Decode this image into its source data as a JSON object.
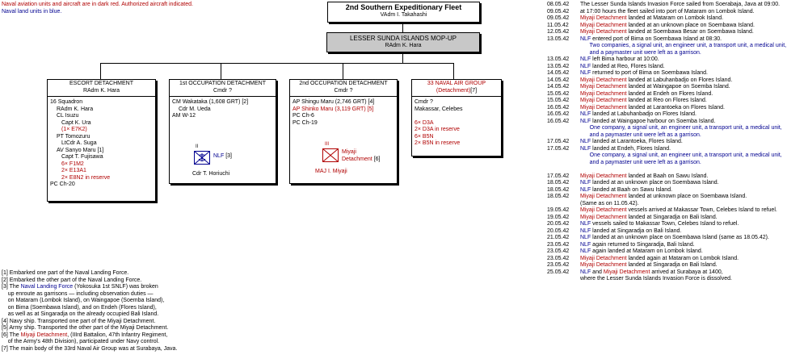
{
  "legend": {
    "red_text": "Naval aviation units and aircraft are in dark red. Authorized aircraft indicated.",
    "blue_text": "Naval land units in blue."
  },
  "fleet": {
    "title": "2nd Southern Expeditionary Fleet",
    "commander": "VAdm I. Takahashi"
  },
  "mopup": {
    "title": "LESSER SUNDA ISLANDS MOP-UP",
    "commander": "RAdm K. Hara"
  },
  "escort": {
    "title": "ESCORT DETACHMENT",
    "commander": "RAdm K. Hara",
    "lines": [
      {
        "t": "16 Squadron",
        "c": "",
        "i": 0
      },
      {
        "t": "RAdm K. Hara",
        "c": "",
        "i": 1
      },
      {
        "t": "CL Isuzu",
        "c": "",
        "i": 1
      },
      {
        "t": "Capt K. Ura",
        "c": "",
        "i": 2
      },
      {
        "t": "(1× E7K2)",
        "c": "red",
        "i": 2
      },
      {
        "t": "PT Tomozuru",
        "c": "",
        "i": 1
      },
      {
        "t": "LtCdr A. Suga",
        "c": "",
        "i": 2
      },
      {
        "t": "AV Sanyo Maru [1]",
        "c": "",
        "i": 1
      },
      {
        "t": "Capt T. Fujisawa",
        "c": "",
        "i": 2
      },
      {
        "t": "6× F1M2",
        "c": "red",
        "i": 2
      },
      {
        "t": "2× E13A1",
        "c": "red",
        "i": 2
      },
      {
        "t": "2× E8N2 in reserve",
        "c": "red",
        "i": 2
      },
      {
        "t": "PC Ch-20",
        "c": "",
        "i": 0
      }
    ]
  },
  "occ1": {
    "title": "1st OCCUPATION DETACHMENT",
    "commander": "Cmdr ?",
    "lines": [
      {
        "t": "CM Wakataka (1,608 GRT) [2]",
        "c": "",
        "i": 0
      },
      {
        "t": "Cdr M. Ueda",
        "c": "",
        "i": 1
      },
      {
        "t": "AM W-12",
        "c": "",
        "i": 0
      }
    ],
    "symbol_label": "NLF",
    "symbol_note": "[3]",
    "symbol_size": "II",
    "symbol_commander": "Cdr T. Horiuchi"
  },
  "occ2": {
    "title": "2nd OCCUPATION DETACHMENT",
    "commander": "Cmdr ?",
    "lines": [
      {
        "t": "AP Shingu Maru (2,746 GRT) [4]",
        "c": "",
        "i": 0
      },
      {
        "t": "AP Shinko Maru (3,119 GRT) [5]",
        "c": "red",
        "i": 0
      },
      {
        "t": "PC Ch-6",
        "c": "",
        "i": 0
      },
      {
        "t": "PC Ch-19",
        "c": "",
        "i": 0
      }
    ],
    "symbol_label1": "Miyaji",
    "symbol_label2": "Detachment",
    "symbol_note": "[6]",
    "symbol_size": "III",
    "symbol_commander": "MAJ I. Miyaji"
  },
  "air": {
    "title1": "33 NAVAL AIR GROUP",
    "title2": "(Detachment)",
    "note": "[7]",
    "lines": [
      {
        "t": "Cmdr ?",
        "c": "",
        "i": 0
      },
      {
        "t": "Makassar, Celebes",
        "c": "",
        "i": 0
      },
      {
        "t": "",
        "c": "",
        "i": 0
      },
      {
        "t": "6× D3A",
        "c": "red",
        "i": 0
      },
      {
        "t": "2× D3A in reserve",
        "c": "red",
        "i": 0
      },
      {
        "t": "6× B5N",
        "c": "red",
        "i": 0
      },
      {
        "t": "2× B5N in reserve",
        "c": "red",
        "i": 0
      }
    ]
  },
  "notes": [
    [
      {
        "t": "[1] Embarked one part of the Naval Landing Force.",
        "c": ""
      }
    ],
    [
      {
        "t": "[2] Embarked the other part of the Naval Landing Force.",
        "c": ""
      }
    ],
    [
      {
        "t": "[3] The ",
        "c": ""
      },
      {
        "t": "Naval Landing Force",
        "c": "blue"
      },
      {
        "t": " (Yokosuka 1st SNLF) was broken",
        "c": ""
      }
    ],
    [
      {
        "t": "    up enroute as garrisons — including observation duties —",
        "c": ""
      }
    ],
    [
      {
        "t": "    on Mataram (Lombok Island), on Waingapoe (Soemba Island),",
        "c": ""
      }
    ],
    [
      {
        "t": "    on Bima (Soembawa Island), and on Endeh (Flores Island),",
        "c": ""
      }
    ],
    [
      {
        "t": "    as well as at Singaradja on the already occupied Bali Island.",
        "c": ""
      }
    ],
    [
      {
        "t": "[4] Navy ship. Transported one part of the Miyaji Detachment.",
        "c": ""
      }
    ],
    [
      {
        "t": "[5] Army ship. Transported the other part of the Miyaji Detachment.",
        "c": ""
      }
    ],
    [
      {
        "t": "[6] The ",
        "c": ""
      },
      {
        "t": "Miyaji Detachment",
        "c": "red"
      },
      {
        "t": ", (IIIrd Battalion, 47th Infantry Regiment,",
        "c": ""
      }
    ],
    [
      {
        "t": "    of the Army's 48th Division), participated under Navy control.",
        "c": ""
      }
    ],
    [
      {
        "t": "[7] The main body of the 33rd Naval Air Group was at Surabaya, Java.",
        "c": ""
      }
    ]
  ],
  "timeline": [
    {
      "d": "08.05.42",
      "p": [
        {
          "t": "The Lesser Sunda Islands Invasion Force sailed from Soerabaja, Java at 09:00.",
          "c": ""
        }
      ]
    },
    {
      "d": "09.05.42",
      "p": [
        {
          "t": "at 17:00 hours the fleet sailed into port of Mataram on Lombok Island.",
          "c": ""
        }
      ]
    },
    {
      "d": "09.05.42",
      "p": [
        {
          "t": "Miyaji Detachment",
          "c": "red"
        },
        {
          "t": " landed at Mataram on Lombok Island.",
          "c": ""
        }
      ]
    },
    {
      "d": "11.05.42",
      "p": [
        {
          "t": "Miyaji Detachment",
          "c": "red"
        },
        {
          "t": " landed at an unknown place on Soembawa Island.",
          "c": ""
        }
      ]
    },
    {
      "d": "12.05.42",
      "p": [
        {
          "t": "Miyaji Detachment",
          "c": "red"
        },
        {
          "t": " landed at Soembawa Besar on Soembawa Island.",
          "c": ""
        }
      ]
    },
    {
      "d": "13.05.42",
      "p": [
        {
          "t": "NLF",
          "c": "blue"
        },
        {
          "t": " entered port of Bima on Soembawa Island at 08:30.",
          "c": ""
        }
      ]
    },
    {
      "d": "",
      "p": [
        {
          "t": "      Two companies, a signal unit, an engineer unit, a transport unit, a medical unit,",
          "c": "blue"
        }
      ]
    },
    {
      "d": "",
      "p": [
        {
          "t": "      and a paymaster unit were left as a garrison.",
          "c": "blue"
        }
      ]
    },
    {
      "d": "13.05.42",
      "p": [
        {
          "t": "NLF",
          "c": "blue"
        },
        {
          "t": " left Bima harbour at 10:00.",
          "c": ""
        }
      ]
    },
    {
      "d": "13.05.42",
      "p": [
        {
          "t": "NLF",
          "c": "blue"
        },
        {
          "t": " landed at Reo, Flores Island.",
          "c": ""
        }
      ]
    },
    {
      "d": "14.05.42",
      "p": [
        {
          "t": "NLF",
          "c": "blue"
        },
        {
          "t": " returned to port of Bima on Soembawa Island.",
          "c": ""
        }
      ]
    },
    {
      "d": "14.05.42",
      "p": [
        {
          "t": "Miyaji Detachment",
          "c": "red"
        },
        {
          "t": " landed at Labuhanbadjo on Flores Island.",
          "c": ""
        }
      ]
    },
    {
      "d": "14.05.42",
      "p": [
        {
          "t": "Miyaji Detachment",
          "c": "red"
        },
        {
          "t": " landed at Waingapoe on Soemba Island.",
          "c": ""
        }
      ]
    },
    {
      "d": "15.05.42",
      "p": [
        {
          "t": "Miyaji Detachment",
          "c": "red"
        },
        {
          "t": " landed at Endeh on Flores Island.",
          "c": ""
        }
      ]
    },
    {
      "d": "15.05.42",
      "p": [
        {
          "t": "Miyaji Detachment",
          "c": "red"
        },
        {
          "t": " landed at Reo on Flores Island.",
          "c": ""
        }
      ]
    },
    {
      "d": "16.05.42",
      "p": [
        {
          "t": "Miyaji Detachment",
          "c": "red"
        },
        {
          "t": " landed at Larantoeka on Flores Island.",
          "c": ""
        }
      ]
    },
    {
      "d": "16.05.42",
      "p": [
        {
          "t": "NLF",
          "c": "blue"
        },
        {
          "t": " landed at Labuhanbadjo on Flores Island.",
          "c": ""
        }
      ]
    },
    {
      "d": "16.05.42",
      "p": [
        {
          "t": "NLF",
          "c": "blue"
        },
        {
          "t": " landed at Waingapoe harbour on Soemba Island.",
          "c": ""
        }
      ]
    },
    {
      "d": "",
      "p": [
        {
          "t": "      One company, a signal unit, an engineer unit, a transport unit, a medical unit,",
          "c": "blue"
        }
      ]
    },
    {
      "d": "",
      "p": [
        {
          "t": "      and a paymaster unit were left as a garrison.",
          "c": "blue"
        }
      ]
    },
    {
      "d": "17.05.42",
      "p": [
        {
          "t": "NLF",
          "c": "blue"
        },
        {
          "t": " landed at Larantoeka, Flores Island.",
          "c": ""
        }
      ]
    },
    {
      "d": "17.05.42",
      "p": [
        {
          "t": "NLF",
          "c": "blue"
        },
        {
          "t": " landed at Endeh, Flores Island.",
          "c": ""
        }
      ]
    },
    {
      "d": "",
      "p": [
        {
          "t": "      One company, a signal unit, an engineer unit, a transport unit, a medical unit,",
          "c": "blue"
        }
      ]
    },
    {
      "d": "",
      "p": [
        {
          "t": "      and a paymaster unit were left as a garrison.",
          "c": "blue"
        }
      ]
    },
    {
      "d": "",
      "p": []
    },
    {
      "d": "17.05.42",
      "p": [
        {
          "t": "Miyaji Detachment",
          "c": "red"
        },
        {
          "t": " landed at Baah on Sawu Island.",
          "c": ""
        }
      ]
    },
    {
      "d": "18.05.42",
      "p": [
        {
          "t": "NLF",
          "c": "blue"
        },
        {
          "t": " landed at an unknown place on Soembawa Island.",
          "c": ""
        }
      ]
    },
    {
      "d": "18.05.42",
      "p": [
        {
          "t": "NLF",
          "c": "blue"
        },
        {
          "t": " landed at Baah on Sawu Island.",
          "c": ""
        }
      ]
    },
    {
      "d": "18.05.42",
      "p": [
        {
          "t": "Miyaji Detachment",
          "c": "red"
        },
        {
          "t": " landed at unknown place on Soembawa Island.",
          "c": ""
        }
      ]
    },
    {
      "d": "",
      "p": [
        {
          "t": "(Same as on 11.05.42).",
          "c": ""
        }
      ]
    },
    {
      "d": "19.05.42",
      "p": [
        {
          "t": "Miyaji Detachment",
          "c": "red"
        },
        {
          "t": " vessels arrived at Makassar Town, Celebes Island to refuel.",
          "c": ""
        }
      ]
    },
    {
      "d": "19.05.42",
      "p": [
        {
          "t": "Miyaji Detachment",
          "c": "red"
        },
        {
          "t": " landed at Singaradja on Bali Island.",
          "c": ""
        }
      ]
    },
    {
      "d": "20.05.42",
      "p": [
        {
          "t": "NLF",
          "c": "blue"
        },
        {
          "t": " vessels sailed to Makassar Town, Celebes Island to refuel.",
          "c": ""
        }
      ]
    },
    {
      "d": "20.05.42",
      "p": [
        {
          "t": "NLF",
          "c": "blue"
        },
        {
          "t": " landed at Singaradja on Bali Island.",
          "c": ""
        }
      ]
    },
    {
      "d": "21.05.42",
      "p": [
        {
          "t": "NLF",
          "c": "blue"
        },
        {
          "t": " landed at an unknown place on Soembawa Island (same as 18.05.42).",
          "c": ""
        }
      ]
    },
    {
      "d": "23.05.42",
      "p": [
        {
          "t": "NLF",
          "c": "blue"
        },
        {
          "t": " again returned to Singaradja, Bali Island.",
          "c": ""
        }
      ]
    },
    {
      "d": "23.05.42",
      "p": [
        {
          "t": "NLF",
          "c": "blue"
        },
        {
          "t": " again landed at Mataram on Lombok Island.",
          "c": ""
        }
      ]
    },
    {
      "d": "23.05.42",
      "p": [
        {
          "t": "Miyaji Detachment",
          "c": "red"
        },
        {
          "t": " landed again at Mataram on Lombok Island.",
          "c": ""
        }
      ]
    },
    {
      "d": "23.05.42",
      "p": [
        {
          "t": "Miyaji Detachment",
          "c": "red"
        },
        {
          "t": " landed at Singaradja on Bali Island.",
          "c": ""
        }
      ]
    },
    {
      "d": "25.05.42",
      "p": [
        {
          "t": "NLF",
          "c": "blue"
        },
        {
          "t": " and ",
          "c": ""
        },
        {
          "t": "Miyaji Detachment",
          "c": "red"
        },
        {
          "t": " arrived at Surabaya at 1400,",
          "c": ""
        }
      ]
    },
    {
      "d": "",
      "p": [
        {
          "t": "where the Lesser Sunda Islands Invasion Force is dissolved.",
          "c": ""
        }
      ]
    }
  ],
  "colors": {
    "aviation": "#b00000",
    "land": "#000090",
    "mopup_fill": "#c8c8c8"
  }
}
